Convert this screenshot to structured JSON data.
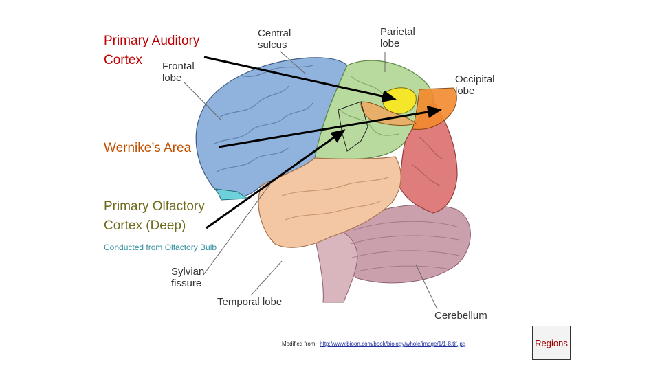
{
  "highlights": {
    "auditory": {
      "label_line1": "Primary Auditory",
      "label_line2": "Cortex",
      "color": "#c00000"
    },
    "wernicke": {
      "label": "Wernike’s Area",
      "color": "#c05000"
    },
    "olfactory": {
      "label_line1": "Primary Olfactory",
      "label_line2": "Cortex (Deep)",
      "color": "#6e6a1e",
      "note": "Conducted from Olfactory Bulb",
      "note_color": "#2f8fa0"
    }
  },
  "anatomy_labels": {
    "central_sulcus": {
      "line1": "Central",
      "line2": "sulcus"
    },
    "parietal_lobe": {
      "line1": "Parietal",
      "line2": "lobe"
    },
    "frontal_lobe": {
      "line1": "Frontal",
      "line2": "lobe"
    },
    "occipital_lobe": {
      "line1": "Occipital",
      "line2": "lobe"
    },
    "sylvian_fissure": {
      "line1": "Sylvian",
      "line2": "fissure"
    },
    "temporal_lobe": {
      "text": "Temporal lobe"
    },
    "cerebellum": {
      "text": "Cerebellum"
    }
  },
  "region_colors": {
    "frontal": "#8fb3dc",
    "parietal": "#b9da9e",
    "occipital": "#df7d7d",
    "temporal": "#f3c7a3",
    "cerebellum": "#caa0ac",
    "brainstem": "#d9b5be",
    "yellow_highlight": "#f5e62a",
    "orange_highlight": "#f28a2e",
    "teal_highlight": "#6ed0d8"
  },
  "source": {
    "prefix": "Modified from:",
    "link": "http://www.bioon.com/book/biology/whole/image/1/1-8.tif.jpg"
  },
  "regions_button": {
    "label": "Regions"
  }
}
